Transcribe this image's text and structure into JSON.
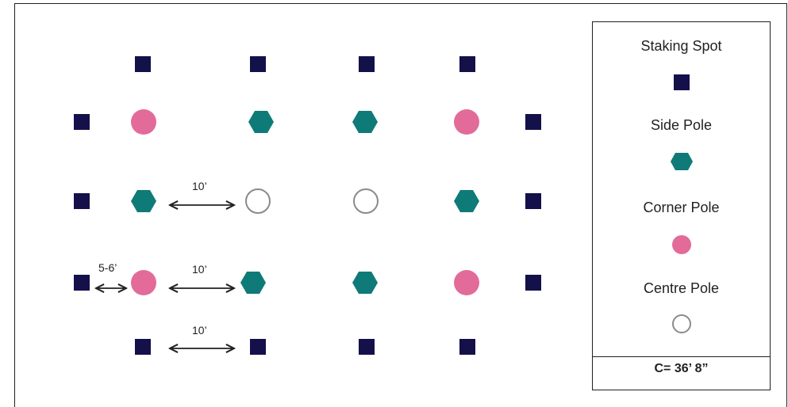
{
  "legend": {
    "items": [
      {
        "label": "Staking Spot",
        "symbol": "square",
        "color": "#13104a"
      },
      {
        "label": "Side Pole",
        "symbol": "hexagon",
        "color": "#0f7b78"
      },
      {
        "label": "Corner Pole",
        "symbol": "circle",
        "color": "#e36b99"
      },
      {
        "label": "Centre Pole",
        "symbol": "ring",
        "color": "#8a8a8a"
      }
    ],
    "footer": "C= 36’ 8”"
  },
  "dimensions": {
    "pole_spacing": "10’",
    "stake_offset": "5-6’"
  },
  "colors": {
    "staking_spot": "#13104a",
    "side_pole": "#0f7b78",
    "corner_pole": "#e36b99",
    "centre_pole": "#8a8a8a",
    "line": "#231f20"
  }
}
